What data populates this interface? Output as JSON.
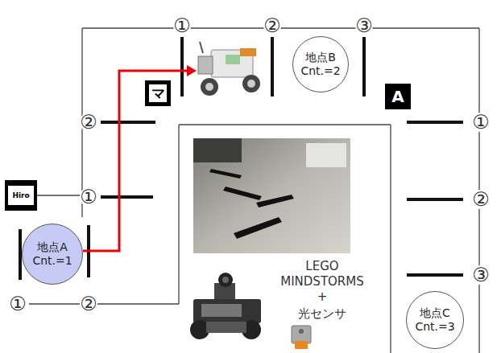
{
  "diagram": {
    "nodes": [
      {
        "text": [
          "地点A",
          "Cnt.=1"
        ]
      },
      {
        "text": [
          "地点B",
          "Cnt.=2"
        ]
      },
      {
        "text": [
          "地点C",
          "Cnt.=3"
        ]
      }
    ],
    "labels": [
      "①",
      "②",
      "③",
      "マ",
      "A",
      "②",
      "①",
      "Hiro",
      "①",
      "②",
      "③",
      "①",
      "②",
      "LEGO",
      "MINDSTORMS",
      "+",
      "光センサ"
    ]
  }
}
